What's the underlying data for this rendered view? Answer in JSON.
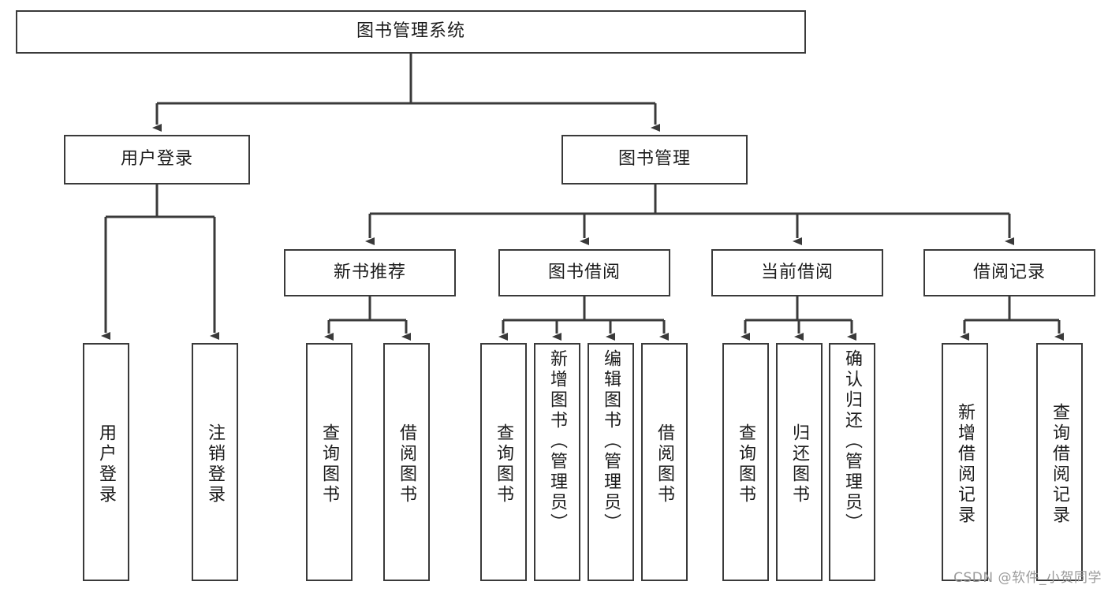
{
  "diagram": {
    "type": "tree-hierarchy-chart",
    "title": "图书管理系统",
    "line_color": "#3a3a3a",
    "box_fill": "#ffffff",
    "text_color": "#1c1c1c",
    "watermark": "CSDN @软件_小贺同学"
  },
  "nodes": {
    "root": {
      "label": "图书管理系统"
    },
    "level2": [
      {
        "label": "用户登录"
      },
      {
        "label": "图书管理"
      }
    ],
    "level3": [
      {
        "label": "新书推荐"
      },
      {
        "label": "图书借阅"
      },
      {
        "label": "当前借阅"
      },
      {
        "label": "借阅记录"
      }
    ],
    "leaves": {
      "user_login": [
        {
          "label": "用户登录"
        },
        {
          "label": "注销登录"
        }
      ],
      "new_book_recommend": [
        {
          "label": "查询图书"
        },
        {
          "label": "借阅图书"
        }
      ],
      "book_borrow": [
        {
          "label": "查询图书"
        },
        {
          "label": "新增图书（管理员）"
        },
        {
          "label": "编辑图书（管理员）"
        },
        {
          "label": "借阅图书"
        }
      ],
      "current_borrow": [
        {
          "label": "查询图书"
        },
        {
          "label": "归还图书"
        },
        {
          "label": "确认归还（管理员）"
        }
      ],
      "borrow_record": [
        {
          "label": "新增借阅记录"
        },
        {
          "label": "查询借阅记录"
        }
      ]
    }
  }
}
